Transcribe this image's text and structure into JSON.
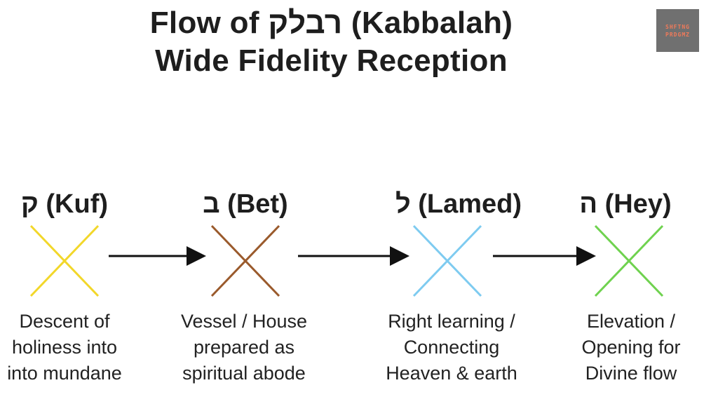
{
  "title": {
    "line1": "Flow of רבלק (Kabbalah)",
    "line2": "Wide Fidelity Reception"
  },
  "logo": {
    "line1": "SHFTNG",
    "line2": "PRDGMZ"
  },
  "colors": {
    "kuf": "#f2d72a",
    "bet": "#9a5a2c",
    "lamed": "#7ecbf0",
    "hey": "#6fd24f",
    "arrow": "#111111"
  },
  "nodes": [
    {
      "label": "ק (Kuf)",
      "desc": [
        "Descent of",
        "holiness into",
        "into mundane"
      ],
      "color_key": "kuf",
      "cross_icon": "x-cross-icon"
    },
    {
      "label": "ב (Bet)",
      "desc": [
        "Vessel / House",
        "prepared as",
        "spiritual abode"
      ],
      "color_key": "bet",
      "cross_icon": "x-cross-icon"
    },
    {
      "label": "ל (Lamed)",
      "desc": [
        "Right learning /",
        "Connecting",
        "Heaven & earth"
      ],
      "color_key": "lamed",
      "cross_icon": "x-cross-icon"
    },
    {
      "label": "ה (Hey)",
      "desc": [
        "Elevation /",
        "Opening for",
        "Divine flow"
      ],
      "color_key": "hey",
      "cross_icon": "x-cross-icon"
    }
  ]
}
